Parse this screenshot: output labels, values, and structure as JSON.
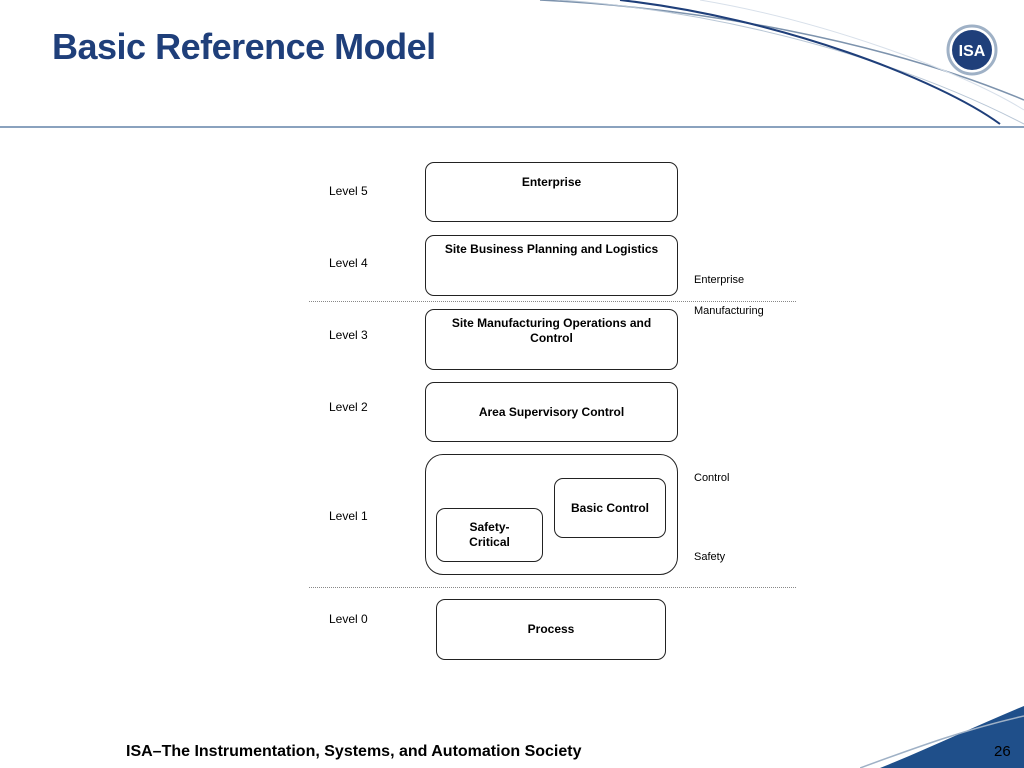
{
  "slide": {
    "title": "Basic Reference Model",
    "footer": "ISA–The Instrumentation, Systems, and Automation Society",
    "page_number": "26",
    "logo_text": "ISA"
  },
  "levels": {
    "l5": "Level 5",
    "l4": "Level 4",
    "l3": "Level 3",
    "l2": "Level 2",
    "l1": "Level 1",
    "l0": "Level 0"
  },
  "boxes": {
    "enterprise": "Enterprise",
    "site_business": "Site Business Planning and Logistics",
    "site_mfg": "Site Manufacturing Operations and Control",
    "area_supervisory": "Area Supervisory Control",
    "basic_control": "Basic Control",
    "safety_critical": "Safety-Critical",
    "process": "Process"
  },
  "zones": {
    "enterprise": "Enterprise",
    "manufacturing": "Manufacturing",
    "control": "Control",
    "safety": "Safety"
  },
  "colors": {
    "title": "#1f3f7a",
    "accent_line": "#8aa2be",
    "footer_swoosh": "#1f4f8a"
  }
}
